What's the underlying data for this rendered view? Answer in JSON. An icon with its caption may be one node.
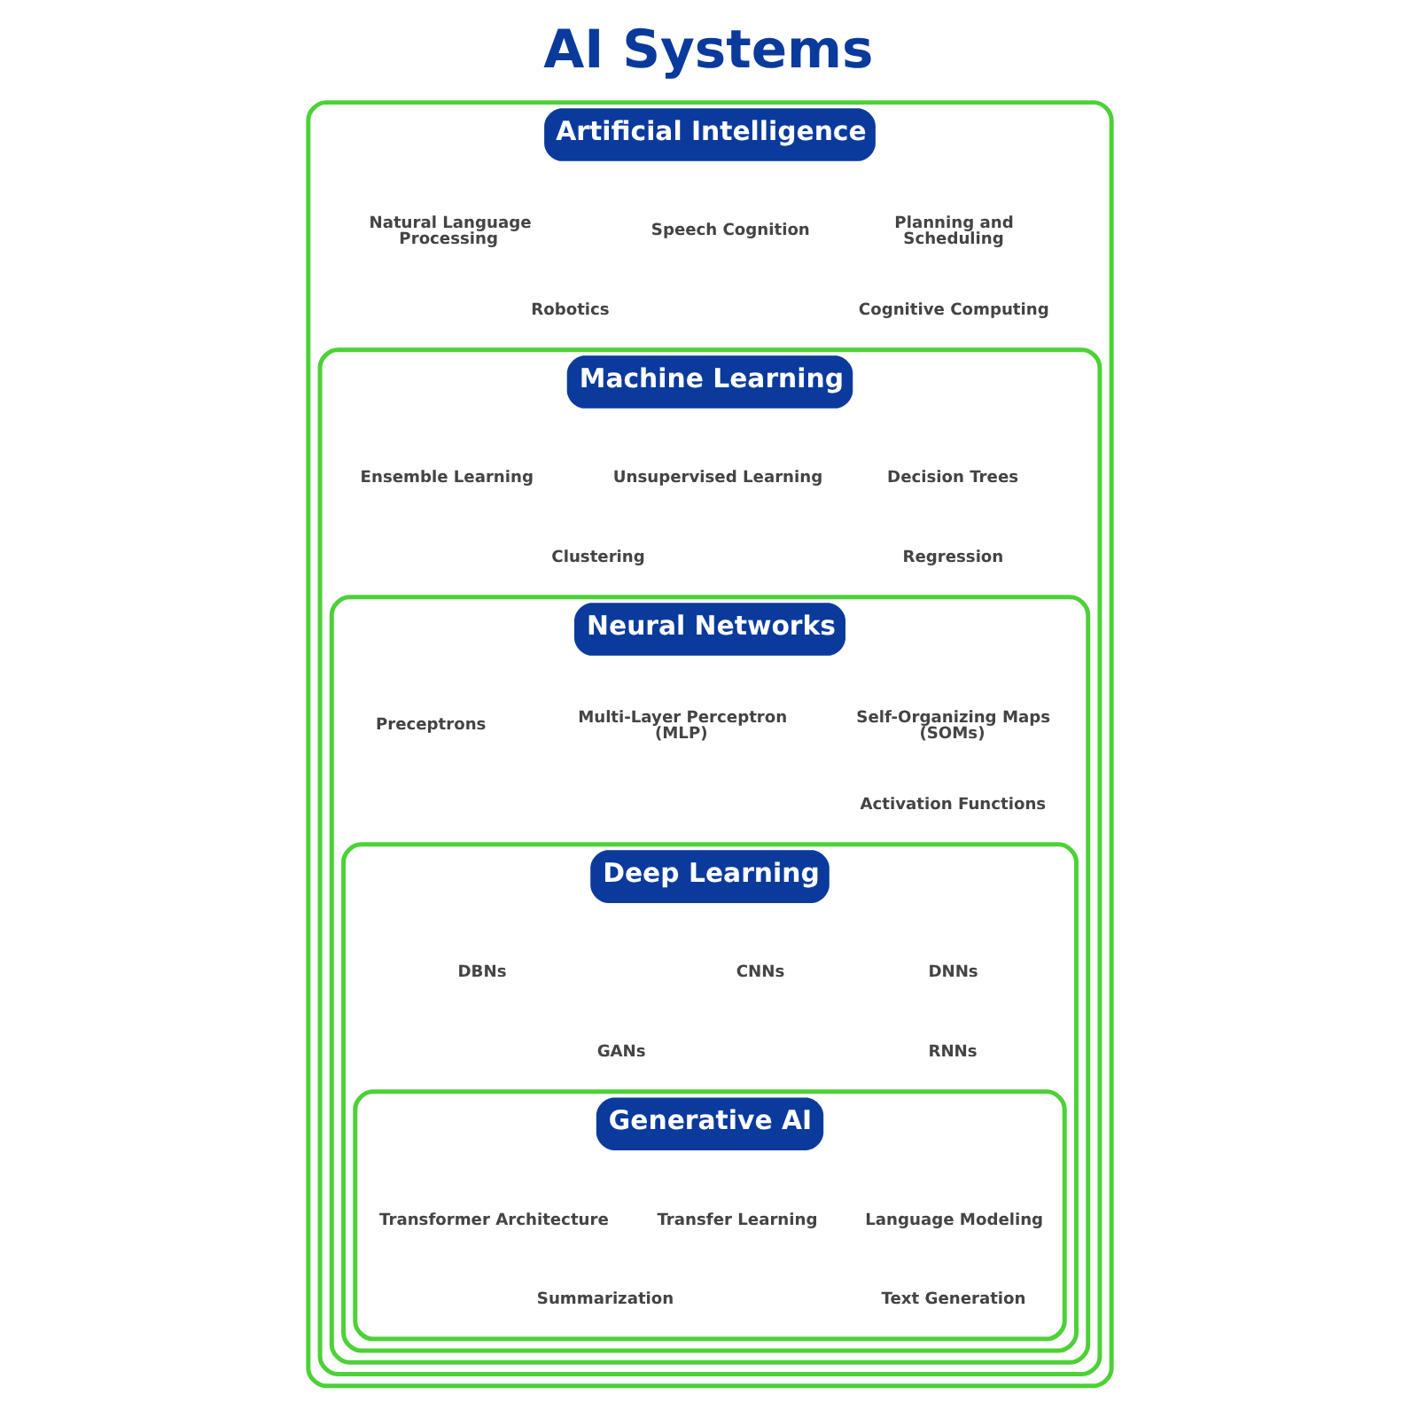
{
  "diagram": {
    "title": "AI Systems",
    "nodes": [
      {
        "text": [
          "Artificial Intelligence"
        ]
      },
      {
        "text": [
          "Machine Learning"
        ],
        "in": 0
      },
      {
        "text": [
          "Neural Networks"
        ],
        "in": 1
      },
      {
        "text": [
          "Deep Learning"
        ],
        "in": 2
      },
      {
        "text": [
          "Generative AI"
        ],
        "in": 3
      }
    ],
    "labels": [
      "Planning and Scheduling",
      "Speech Cognition",
      "Natural Language Processing",
      "Cognitive Computing",
      "Robotics",
      "Decision Trees",
      "Unsupervised Learning",
      "Ensemble Learning",
      "Regression",
      "Clustering",
      "Self-Organizing Maps (SOMs)",
      "Multi-Layer Perceptron (MLP)",
      "Preceptrons",
      "Activation Functions",
      "DNNs",
      "CNNs",
      "DBNs",
      "RNNs",
      "GANs",
      "Language Modeling",
      "Transfer Learning",
      "Transformer Architecture",
      "Text Generation",
      "Summarization"
    ]
  }
}
